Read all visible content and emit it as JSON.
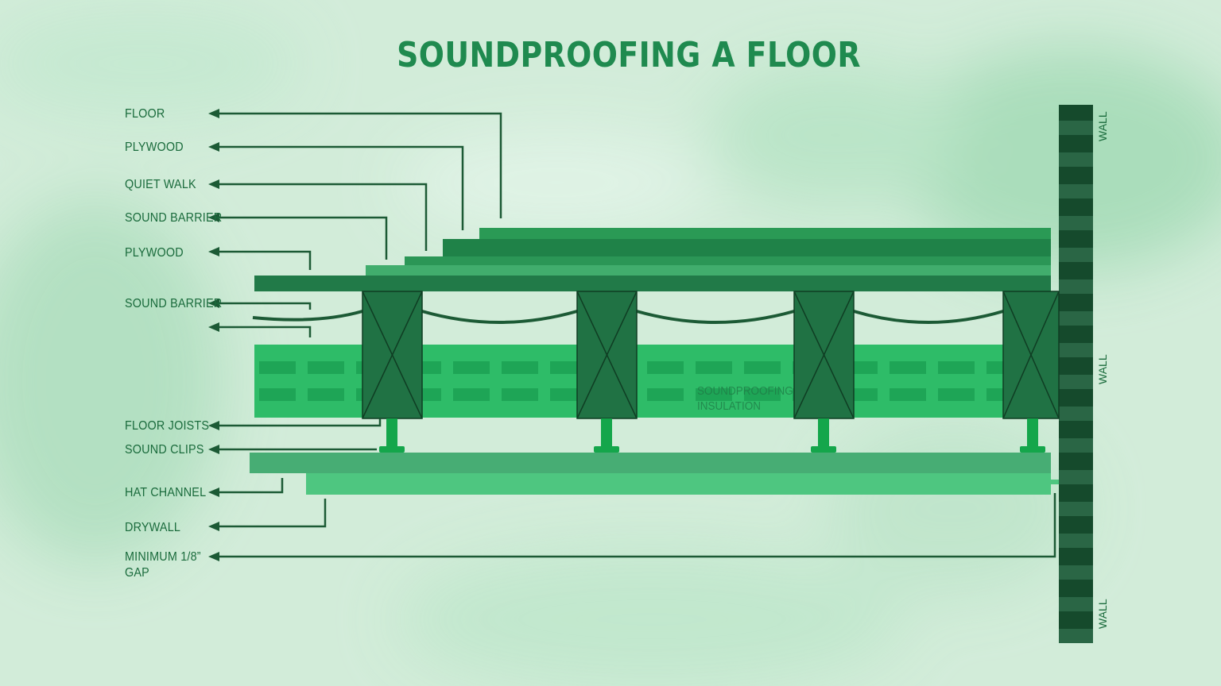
{
  "title": "SOUNDPROOFING A FLOOR",
  "labels": {
    "floor": "FLOOR",
    "plywood_top": "PLYWOOD",
    "quiet_walk": "QUIET WALK",
    "sound_barrier_top": "SOUND BARRIER",
    "plywood_subfloor": "PLYWOOD",
    "sound_barrier": "SOUND BARRIER",
    "floor_joists": "FLOOR JOISTS",
    "sound_clips": "SOUND CLIPS",
    "hat_channel": "HAT CHANNEL",
    "drywall": "DRYWALL",
    "minimum_gap": "MINIMUM 1/8” GAP"
  },
  "insulation_label": "SOUNDPROOFING INSULATION",
  "wall_labels": [
    "WALL",
    "WALL",
    "WALL"
  ],
  "colors": {
    "background": "#d4eedd",
    "title": "#1f8a4f",
    "label_text": "#1a6b3c",
    "leader_line": "#1c5a35",
    "wall_dark": "#154a2c",
    "wall_light": "#2a6645",
    "joist": "#207244",
    "insulation": "#2ebc68",
    "insulation_dash": "#1ea556",
    "floor_layer": "#2a9a55",
    "plywood_top": "#1f8248",
    "quiet_walk": "#2b9656",
    "sound_barrier_layer": "#41ad6d",
    "subfloor": "#217a48",
    "sound_clip": "#14a64b",
    "hat_channel": "#47ad74",
    "drywall": "#4ec680"
  }
}
